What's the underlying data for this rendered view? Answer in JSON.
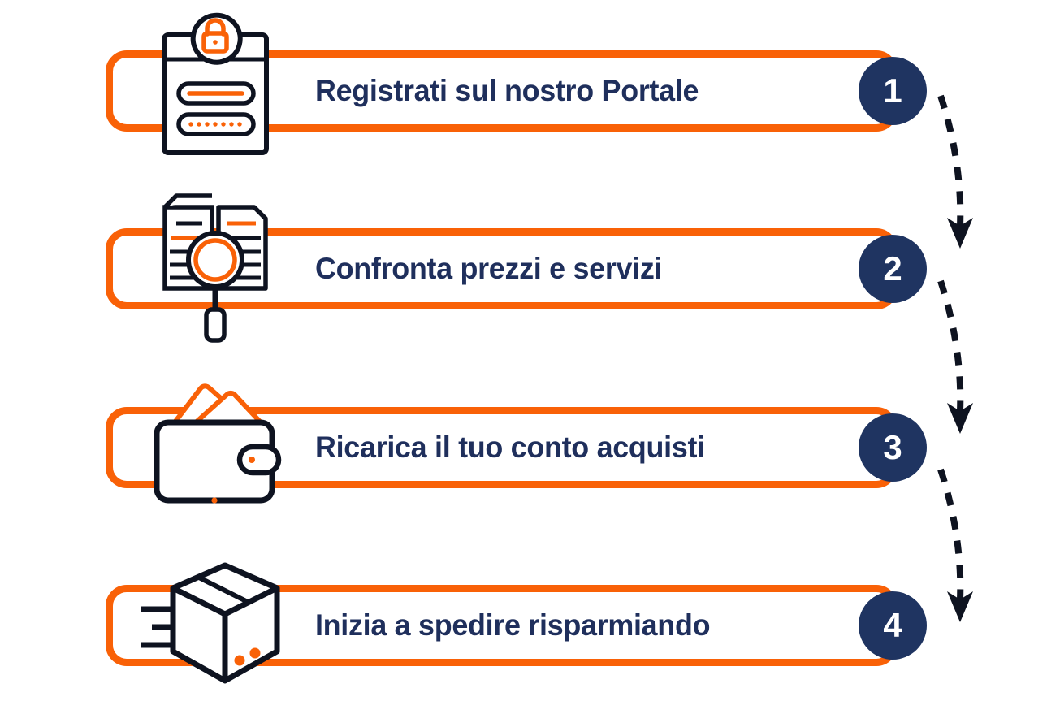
{
  "page": {
    "title": "Come funziona - 4 step",
    "background_color": "#FFFFFF"
  },
  "theme": {
    "orange": "#F96107",
    "navy": "#1F3461",
    "text_navy": "#1F2F5C",
    "ink": "#0E1320",
    "white": "#FFFFFF"
  },
  "steps": [
    {
      "number": "1",
      "label": "Registrati sul nostro Portale",
      "icon": "login-form-lock-icon"
    },
    {
      "number": "2",
      "label": "Confronta prezzi e servizi",
      "icon": "documents-magnifier-icon"
    },
    {
      "number": "3",
      "label": "Ricarica il tuo conto acquisti",
      "icon": "wallet-cards-icon"
    },
    {
      "number": "4",
      "label": "Inizia a spedire risparmiando",
      "icon": "shipping-box-icon"
    }
  ],
  "connectors": [
    {
      "name": "dashed-arrow-1-to-2"
    },
    {
      "name": "dashed-arrow-2-to-3"
    },
    {
      "name": "dashed-arrow-3-to-4"
    }
  ]
}
